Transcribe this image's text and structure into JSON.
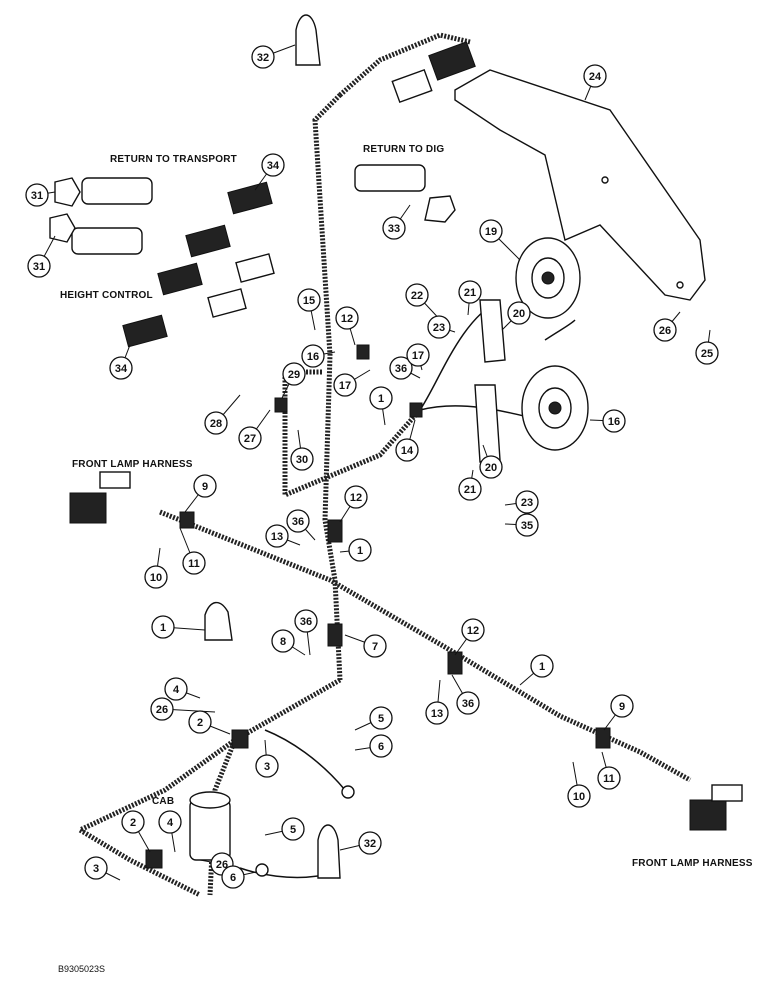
{
  "labels": {
    "return_to_transport": "RETURN TO TRANSPORT",
    "return_to_dig": "RETURN TO DIG",
    "height_control": "HEIGHT CONTROL",
    "front_lamp_harness_left": "FRONT LAMP HARNESS",
    "front_lamp_harness_right": "FRONT LAMP HARNESS",
    "cab": "CAB",
    "figure_ref": "B9305023S"
  },
  "callouts": [
    {
      "id": "c32a",
      "n": "32"
    },
    {
      "id": "c24",
      "n": "24"
    },
    {
      "id": "c34a",
      "n": "34"
    },
    {
      "id": "c31a",
      "n": "31"
    },
    {
      "id": "c31b",
      "n": "31"
    },
    {
      "id": "c33",
      "n": "33"
    },
    {
      "id": "c19",
      "n": "19"
    },
    {
      "id": "c22",
      "n": "22"
    },
    {
      "id": "c21a",
      "n": "21"
    },
    {
      "id": "c20a",
      "n": "20"
    },
    {
      "id": "c23a",
      "n": "23"
    },
    {
      "id": "c26a",
      "n": "26"
    },
    {
      "id": "c25",
      "n": "25"
    },
    {
      "id": "c15",
      "n": "15"
    },
    {
      "id": "c12a",
      "n": "12"
    },
    {
      "id": "c16a",
      "n": "16"
    },
    {
      "id": "c17a",
      "n": "17"
    },
    {
      "id": "c36a",
      "n": "36"
    },
    {
      "id": "c17b",
      "n": "17"
    },
    {
      "id": "c34b",
      "n": "34"
    },
    {
      "id": "c29",
      "n": "29"
    },
    {
      "id": "c28",
      "n": "28"
    },
    {
      "id": "c27",
      "n": "27"
    },
    {
      "id": "c30",
      "n": "30"
    },
    {
      "id": "c1a",
      "n": "1"
    },
    {
      "id": "c14",
      "n": "14"
    },
    {
      "id": "c16b",
      "n": "16"
    },
    {
      "id": "c20b",
      "n": "20"
    },
    {
      "id": "c21b",
      "n": "21"
    },
    {
      "id": "c9a",
      "n": "9"
    },
    {
      "id": "c12b",
      "n": "12"
    },
    {
      "id": "c23b",
      "n": "23"
    },
    {
      "id": "c35",
      "n": "35"
    },
    {
      "id": "c36b",
      "n": "36"
    },
    {
      "id": "c13a",
      "n": "13"
    },
    {
      "id": "c1b",
      "n": "1"
    },
    {
      "id": "c10a",
      "n": "10"
    },
    {
      "id": "c11a",
      "n": "11"
    },
    {
      "id": "c1c",
      "n": "1"
    },
    {
      "id": "c8",
      "n": "8"
    },
    {
      "id": "c36c",
      "n": "36"
    },
    {
      "id": "c7",
      "n": "7"
    },
    {
      "id": "c12c",
      "n": "12"
    },
    {
      "id": "c4a",
      "n": "4"
    },
    {
      "id": "c26b",
      "n": "26"
    },
    {
      "id": "c2a",
      "n": "2"
    },
    {
      "id": "c5a",
      "n": "5"
    },
    {
      "id": "c6a",
      "n": "6"
    },
    {
      "id": "c3a",
      "n": "3"
    },
    {
      "id": "c13b",
      "n": "13"
    },
    {
      "id": "c36d",
      "n": "36"
    },
    {
      "id": "c1d",
      "n": "1"
    },
    {
      "id": "c9b",
      "n": "9"
    },
    {
      "id": "c11b",
      "n": "11"
    },
    {
      "id": "c10b",
      "n": "10"
    },
    {
      "id": "c2b",
      "n": "2"
    },
    {
      "id": "c4b",
      "n": "4"
    },
    {
      "id": "c5b",
      "n": "5"
    },
    {
      "id": "c32b",
      "n": "32"
    },
    {
      "id": "c3b",
      "n": "3"
    },
    {
      "id": "c26c",
      "n": "26"
    },
    {
      "id": "c6b",
      "n": "6"
    }
  ]
}
